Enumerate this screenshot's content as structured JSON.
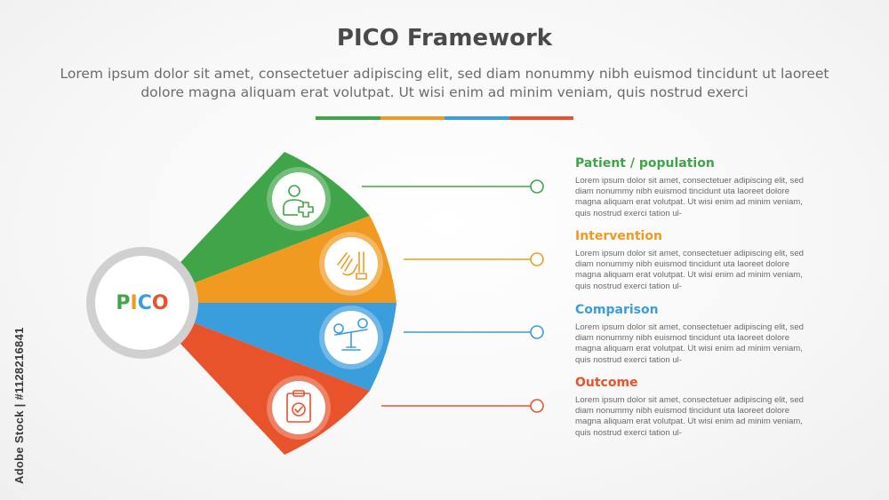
{
  "header": {
    "title": "PICO Framework",
    "subtitle": "Lorem ipsum dolor sit amet, consectetuer adipiscing elit, sed diam nonummy nibh euismod tincidunt ut laoreet dolore magna aliquam erat volutpat. Ut wisi enim ad minim veniam, quis nostrud exerci"
  },
  "colors": {
    "green": "#3fa548",
    "orange": "#f09a22",
    "blue": "#3a9ddc",
    "red": "#e8532b",
    "hub_ring": "#d0d0d0"
  },
  "hub": {
    "letters": [
      {
        "char": "P",
        "color": "#3fa548"
      },
      {
        "char": "I",
        "color": "#f09a22"
      },
      {
        "char": "C",
        "color": "#3a9ddc"
      },
      {
        "char": "O",
        "color": "#e8532b"
      }
    ]
  },
  "items": [
    {
      "title": "Patient / population",
      "color": "#3fa548",
      "icon": "patient-plus-icon",
      "text": "Lorem ipsum dolor sit amet, consectetuer adipiscing elit, sed diam nonummy nibh euismod tincidunt uta laoreet dolore magna aliquam erat volutpat. Ut wisi enim ad minim veniam, quis nostrud exerci tation ul-"
    },
    {
      "title": "Intervention",
      "color": "#f09a22",
      "icon": "hands-icon",
      "text": "Lorem ipsum dolor sit amet, consectetuer adipiscing elit, sed diam nonummy nibh euismod tincidunt uta laoreet dolore magna aliquam erat volutpat. Ut wisi enim ad minim veniam, quis nostrud exerci tation ul-"
    },
    {
      "title": "Comparison",
      "color": "#3a9ddc",
      "icon": "balance-scale-icon",
      "text": "Lorem ipsum dolor sit amet, consectetuer adipiscing elit, sed diam nonummy nibh euismod tincidunt uta laoreet dolore magna aliquam erat volutpat. Ut wisi enim ad minim veniam, quis nostrud exerci tation ul-"
    },
    {
      "title": "Outcome",
      "color": "#e8532b",
      "icon": "clipboard-check-icon",
      "text": "Lorem ipsum dolor sit amet, consectetuer adipiscing elit, sed diam nonummy nibh euismod tincidunt uta laoreet dolore magna aliquam erat volutpat. Ut wisi enim ad minim veniam, quis nostrud exerci tation ul-"
    }
  ],
  "watermark": "Adobe Stock | #1128216841"
}
